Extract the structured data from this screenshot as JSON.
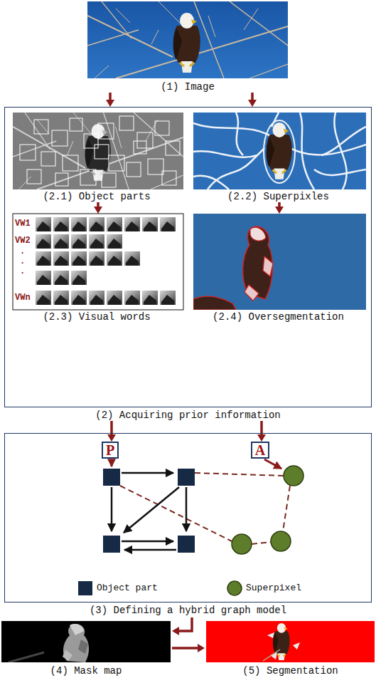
{
  "diagram": {
    "nodes": [
      {
        "text": [
          "(1) Image"
        ]
      },
      {
        "text": [
          "(2) Acquiring prior information"
        ]
      },
      {
        "text": [
          "(2.1) Object parts"
        ],
        "in": 1
      },
      {
        "text": [
          "(2.2) Superpixles"
        ],
        "in": 1
      },
      {
        "text": [
          "(2.3) Visual words"
        ],
        "in": 1
      },
      {
        "text": [
          "(2.4) Oversegmentation"
        ],
        "in": 1
      },
      {
        "text": [
          "(3) Defining a hybrid graph model"
        ]
      },
      {
        "text": [
          "P"
        ],
        "in": 6
      },
      {
        "text": [
          "A"
        ],
        "in": 6
      },
      {
        "text": [
          "(4) Mask map"
        ]
      },
      {
        "text": [
          "(5) Segmentation"
        ]
      }
    ],
    "edges": [
      {
        "from": 0,
        "to": 1,
        "arrow": "to"
      },
      {
        "from": 0,
        "to": 1,
        "arrow": "to"
      },
      {
        "from": 2,
        "to": 4,
        "arrow": "to"
      },
      {
        "from": 3,
        "to": 5,
        "arrow": "to"
      },
      {
        "from": 1,
        "to": 7,
        "arrow": "to"
      },
      {
        "from": 1,
        "to": 8,
        "arrow": "to"
      },
      {
        "from": 6,
        "to": 9,
        "arrow": "to"
      },
      {
        "from": 9,
        "to": 10,
        "arrow": "to"
      }
    ],
    "labels": [
      "VW1",
      "VW2",
      ".",
      ".",
      ".",
      "VWn"
    ],
    "legend": [
      {
        "text": "Object part"
      },
      {
        "text": "Superpixel"
      }
    ]
  }
}
